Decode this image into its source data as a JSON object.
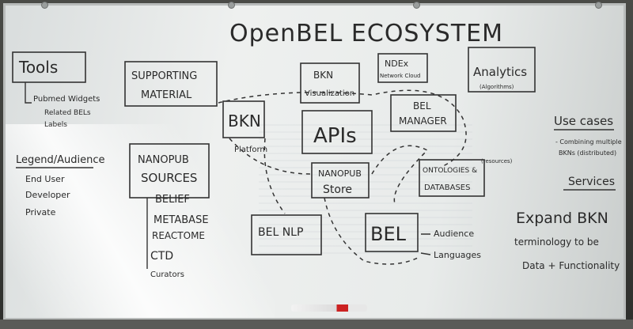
{
  "title": "OpenBEL ECOSYSTEM",
  "left_column": {
    "tools": "Tools",
    "tools_items": [
      "Pubmed Widgets",
      "Related BELs",
      "Labels"
    ],
    "legend": "Legend/Audience",
    "legend_items": [
      "End User",
      "Developer",
      "Private"
    ]
  },
  "boxes": {
    "supporting_material_1": "SUPPORTING",
    "supporting_material_2": "MATERIAL",
    "bkn": "BKN",
    "bkn_platform": "Platform",
    "bkn_vis_1": "BKN",
    "bkn_vis_2": "Visualization",
    "ndex_1": "NDEx",
    "ndex_2": "Network Cloud",
    "analytics_1": "Analytics",
    "analytics_2": "(Algorithms)",
    "apis": "APIs",
    "bel_manager_1": "BEL",
    "bel_manager_2": "MANAGER",
    "nanopub_sources_1": "NANOPUB",
    "nanopub_sources_2": "SOURCES",
    "nanopub_store_1": "NANOPUB",
    "nanopub_store_2": "Store",
    "ontologies_1": "ONTOLOGIES &",
    "ontologies_2": "DATABASES",
    "ontologies_note": "(resources)",
    "bel_nlp": "BEL NLP",
    "bel": "BEL"
  },
  "sources_list": [
    "BELIEF",
    "METABASE",
    "REACTOME",
    "CTD",
    "Curators"
  ],
  "bel_outputs": [
    "Audience",
    "Languages"
  ],
  "right_column": {
    "use_cases": "Use cases",
    "use_cases_note_1": "- Combining multiple",
    "use_cases_note_2": "BKNs (distributed)",
    "services": "Services",
    "expand_1": "Expand BKN",
    "expand_2": "terminology to be",
    "expand_3": "Data + Functionality"
  },
  "colors": {
    "board": "#e8ebea",
    "ink": "#2a2a2a",
    "marker_cap": "#cc2222"
  }
}
